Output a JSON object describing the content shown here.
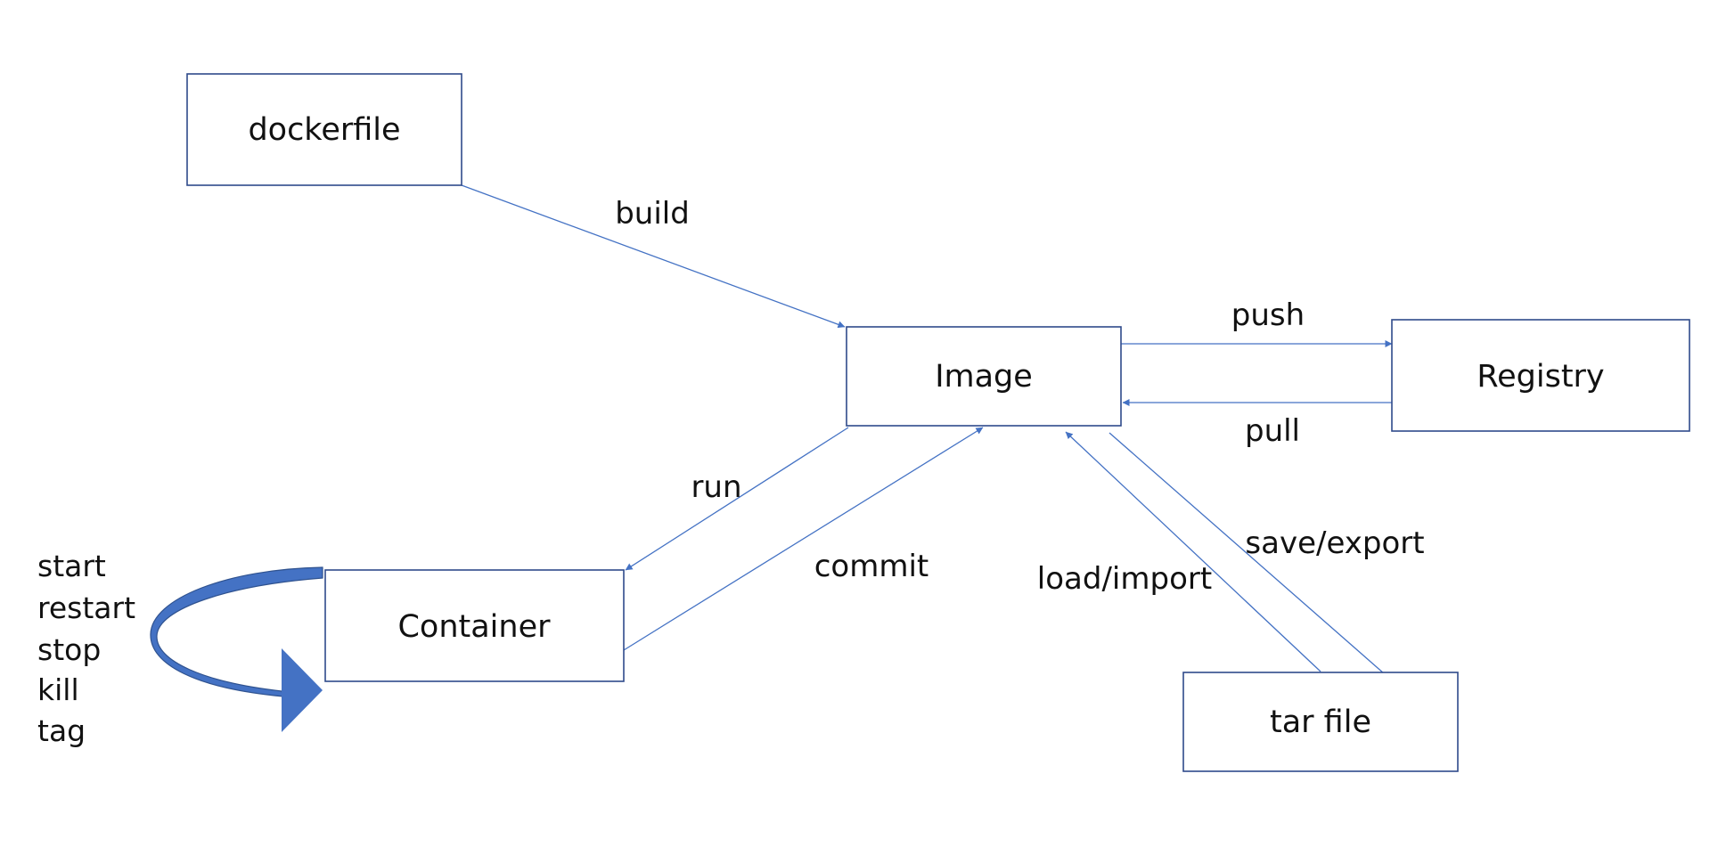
{
  "colors": {
    "box_stroke": "#2F4A8A",
    "edge": "#4472C4",
    "loop_fill": "#4472C4",
    "loop_shadow": "#2F528F",
    "text": "#111111"
  },
  "nodes": {
    "dockerfile": "dockerfile",
    "image": "Image",
    "registry": "Registry",
    "container": "Container",
    "tar_file": "tar file"
  },
  "edges": {
    "build": "build",
    "push": "push",
    "pull": "pull",
    "run": "run",
    "commit": "commit",
    "save_export": "save/export",
    "load_import": "load/import"
  },
  "container_commands": [
    "start",
    "restart",
    "stop",
    "kill",
    "tag"
  ]
}
